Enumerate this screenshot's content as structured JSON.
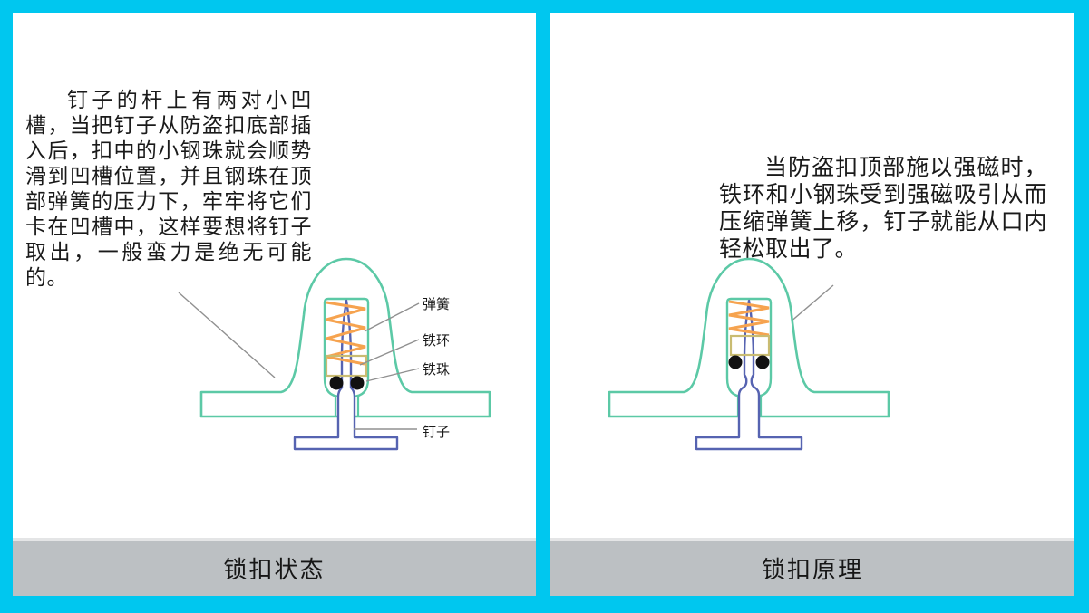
{
  "colors": {
    "background": "#00c7ef",
    "panel": "#ffffff",
    "caption_bar": "#bcc0c3",
    "caption_bar_edge": "#e4e5e6",
    "text": "#1a1a1a",
    "dome": "#5cc9a6",
    "nail": "#5663b1",
    "spring": "#f6a34f",
    "ring": "#c9bc72",
    "ball": "#111111",
    "leader": "#909090"
  },
  "left_panel": {
    "paragraph": "钉子的杆上有两对小凹槽，当把钉子从防盗扣底部插入后，扣中的小钢珠就会顺势滑到凹槽位置，并且钢珠在顶部弹簧的压力下，牢牢将它们卡在凹槽中，这样要想将钉子取出，一般蛮力是绝无可能的。",
    "labels": {
      "spring": "弹簧",
      "ring": "铁环",
      "ball": "铁珠",
      "nail": "钉子"
    },
    "caption": "锁扣状态"
  },
  "right_panel": {
    "paragraph": "当防盗扣顶部施以强磁时，铁环和小钢珠受到强磁吸引从而压缩弹簧上移，钉子就能从口内轻松取出了。",
    "caption": "锁扣原理"
  }
}
